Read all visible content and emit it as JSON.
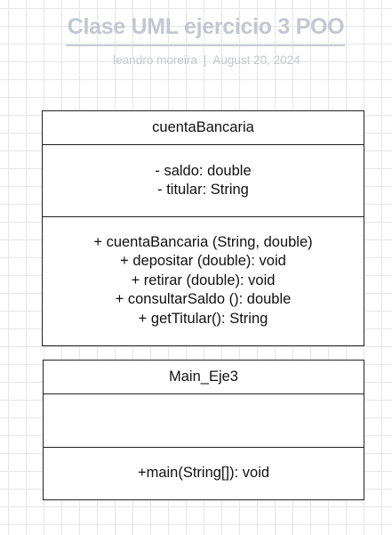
{
  "document": {
    "title": "Clase UML ejercicio 3 POO",
    "author": "leandro moreira",
    "separator": "|",
    "date": "August 20, 2024"
  },
  "classes": [
    {
      "name": "cuentaBancaria",
      "attributes": [
        "- saldo: double",
        "- titular: String"
      ],
      "methods": [
        "+ cuentaBancaria (String, double)",
        "+ depositar (double): void",
        "+ retirar (double): void",
        "+ consultarSaldo (): double",
        "+ getTitular(): String"
      ]
    },
    {
      "name": "Main_Eje3",
      "attributes": [],
      "methods": [
        "+main(String[]): void"
      ]
    }
  ],
  "colors": {
    "title_text": "#c2c7d0",
    "grid_line": "#e6e6e6",
    "class_border": "#222222",
    "class_fill": "#ffffff",
    "class_text": "#111111"
  }
}
